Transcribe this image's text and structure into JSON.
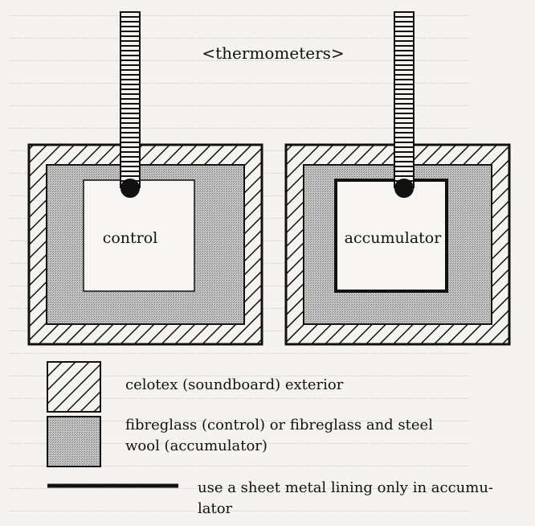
{
  "diagram": {
    "thermometers_label": "<thermometers>",
    "boxes": [
      {
        "label": "control"
      },
      {
        "label": "accumulator"
      }
    ]
  },
  "legend": {
    "celotex": "celotex (soundboard) exterior",
    "fibreglass_line1": "fibreglass (control)  or fibreglass and steel",
    "fibreglass_line2": "wool (accumulator)",
    "lining_line1": "use a sheet metal lining only in accumu-",
    "lining_line2": "lator"
  },
  "colors": {
    "ink": "#111111",
    "paper": "#f4f3ef",
    "fibreglass": "#bdbdbd",
    "inner": "#f7f6f3"
  }
}
